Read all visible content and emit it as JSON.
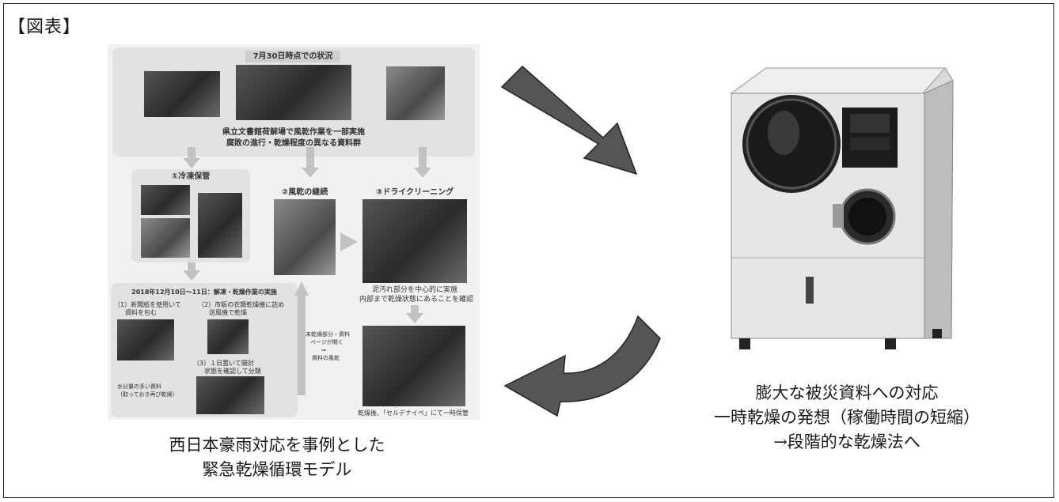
{
  "figure_label": "【図表】",
  "flowchart": {
    "header": "7月30日時点での状況",
    "intro_line1": "県立文書館荷解場で風乾作業を一部実施",
    "intro_line2": "腐敗の進行・乾燥程度の異なる資料群",
    "step1": "①冷凍保管",
    "step2": "②風乾の継続",
    "step3": "③ドライクリーニング",
    "dryclean_note1": "泥汚れ部分を中心的に実施",
    "dryclean_note2": "内部まで乾燥状態にあることを確認",
    "thaw_title": "2018年12月10日～11日：解凍・乾燥作業の実施",
    "thaw_1a": "（1）新聞紙を使用いて",
    "thaw_1b": "資料を包む",
    "thaw_2a": "（2）市販の衣類乾燥機に詰め",
    "thaw_2b": "送風機で乾燥",
    "thaw_3a": "（3）１日置いて開封",
    "thaw_3b": "状態を確認して分類",
    "side_note1": "水分量の多い資料",
    "side_note2": "（取っておき再び乾燥）",
    "mid_note1": "未乾燥部分・資料",
    "mid_note2": "ページが開く",
    "mid_note3": "⇒",
    "mid_note4": "資料の風乾",
    "final_note": "乾燥後、「セルデナイペ」にて一時保管"
  },
  "left_caption": {
    "line1": "西日本豪雨対応を事例とした",
    "line2": "緊急乾燥循環モデル"
  },
  "right_caption": {
    "line1": "膨大な被災資料への対応",
    "line2": "一時乾燥の発想（稼働時間の短縮）",
    "line3": "→段階的な乾燥法へ"
  }
}
